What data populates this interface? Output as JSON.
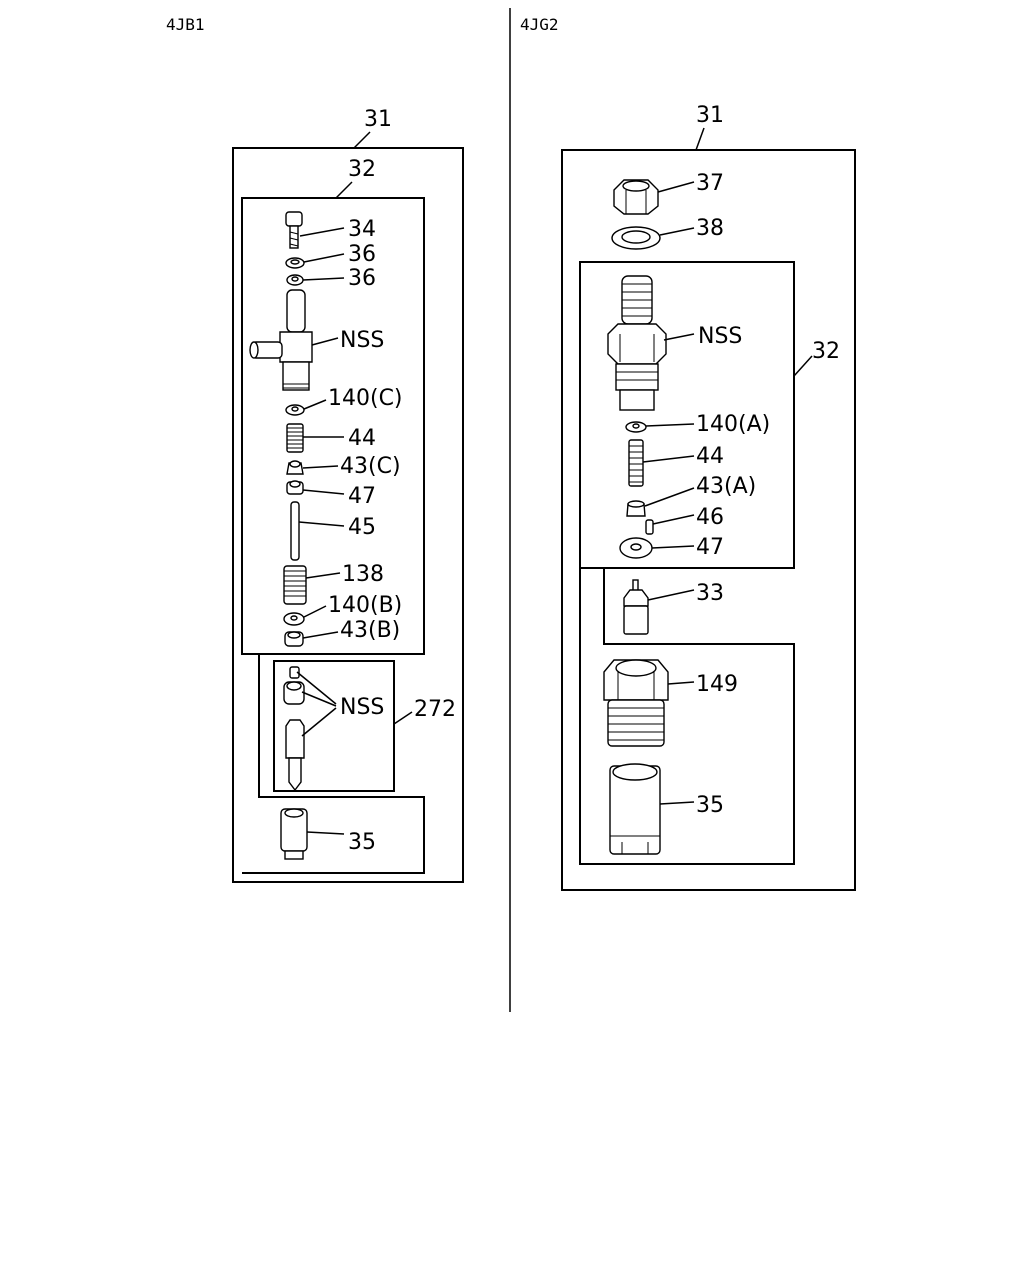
{
  "models": {
    "left": "4JB1",
    "right": "4JG2"
  },
  "left_callouts": {
    "assembly": "31",
    "holder": "32",
    "bolt": "34",
    "washer_a": "36",
    "washer_b": "36",
    "body_nss": "NSS",
    "shim_c": "140(C)",
    "spring_44": "44",
    "seat_c": "43(C)",
    "washer_47": "47",
    "push_rod": "45",
    "spring_138": "138",
    "shim_b": "140(B)",
    "seat_b": "43(B)",
    "nozzle_nss": "NSS",
    "nozzle_kit": "272",
    "retaining_nut": "35"
  },
  "right_callouts": {
    "assembly": "31",
    "nut": "37",
    "gasket": "38",
    "body_nss": "NSS",
    "holder": "32",
    "shim_a": "140(A)",
    "spring_44": "44",
    "seat_a": "43(A)",
    "pin": "46",
    "washer_47": "47",
    "nozzle": "33",
    "sleeve": "149",
    "retaining_nut": "35"
  }
}
